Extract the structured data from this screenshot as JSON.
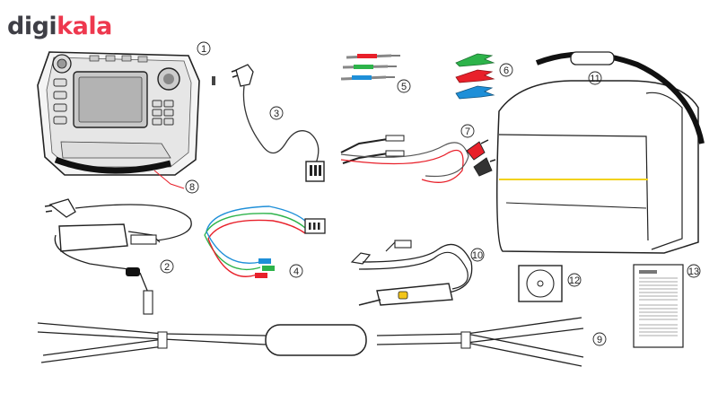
{
  "brand": {
    "part1": "digi",
    "part2": "kala"
  },
  "item_numbers": [
    "1",
    "2",
    "3",
    "4",
    "5",
    "6",
    "7",
    "8",
    "9",
    "10",
    "11",
    "12",
    "13"
  ],
  "colors": {
    "brand_red": "#ee384e",
    "brand_dark": "#3f3f46",
    "lead_red": "#e8202a",
    "lead_green": "#2db34a",
    "lead_blue": "#1e8fd8",
    "bag_stripe": "#f2d21a",
    "probe_yellow": "#f2c51a"
  }
}
